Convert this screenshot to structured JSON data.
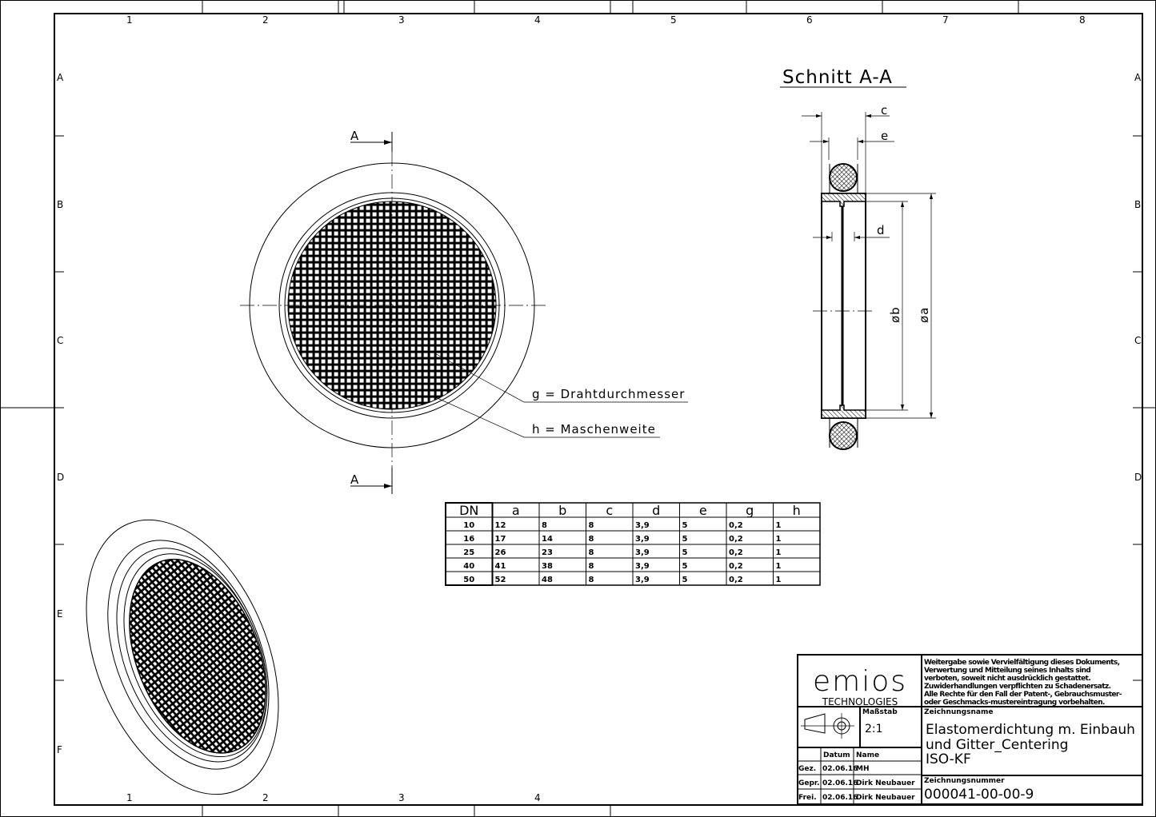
{
  "zones": {
    "columns_top": [
      "1",
      "2",
      "3",
      "4",
      "5",
      "6",
      "7",
      "8"
    ],
    "columns_bottom": [
      "1",
      "2",
      "3",
      "4"
    ],
    "rows": [
      "A",
      "B",
      "C",
      "D",
      "E",
      "F"
    ]
  },
  "section": {
    "title": "Schnitt A-A",
    "cut_label": "A",
    "dim_c": "c",
    "dim_e": "e",
    "dim_d": "d",
    "dim_b": "øb",
    "dim_a": "øa"
  },
  "callouts": {
    "g": "g = Drahtdurchmesser",
    "h": "h = Maschenweite"
  },
  "table": {
    "headers": [
      "DN",
      "a",
      "b",
      "c",
      "d",
      "e",
      "g",
      "h"
    ],
    "rows": [
      [
        "10",
        "12",
        "8",
        "8",
        "3,9",
        "5",
        "0,2",
        "1"
      ],
      [
        "16",
        "17",
        "14",
        "8",
        "3,9",
        "5",
        "0,2",
        "1"
      ],
      [
        "25",
        "26",
        "23",
        "8",
        "3,9",
        "5",
        "0,2",
        "1"
      ],
      [
        "40",
        "41",
        "38",
        "8",
        "3,9",
        "5",
        "0,2",
        "1"
      ],
      [
        "50",
        "52",
        "48",
        "8",
        "3,9",
        "5",
        "0,2",
        "1"
      ]
    ]
  },
  "title_block": {
    "logo": "emios",
    "logo_sub": "TECHNOLOGIES",
    "disclaimer": [
      "Weitergabe sowie Vervielfältigung dieses Dokuments,",
      "Verwertung und Mitteilung seines Inhalts sind",
      "verboten, soweit nicht ausdrücklich gestattet.",
      "Zuwiderhandlungen verpflichten zu Schadenersatz.",
      "Alle Rechte für den Fall der Patent-, Gebrauchsmuster-",
      "oder Geschmacks-mustereintragung vorbehalten."
    ],
    "scale_label": "Maßstab",
    "scale": "2:1",
    "name_label": "Zeichnungsname",
    "name_lines": [
      "Elastomerdichtung m. Einbauh",
      "und Gitter_Centering",
      "ISO-KF"
    ],
    "number_label": "Zeichnungsnummer",
    "number": "000041-00-00-9",
    "sign_headers": [
      "Datum",
      "Name"
    ],
    "sign_rows": [
      [
        "Gez.",
        "02.06.16",
        "MH"
      ],
      [
        "Gepr.",
        "02.06.16",
        "Dirk Neubauer"
      ],
      [
        "Frei.",
        "02.06.16",
        "Dirk Neubauer"
      ]
    ]
  }
}
